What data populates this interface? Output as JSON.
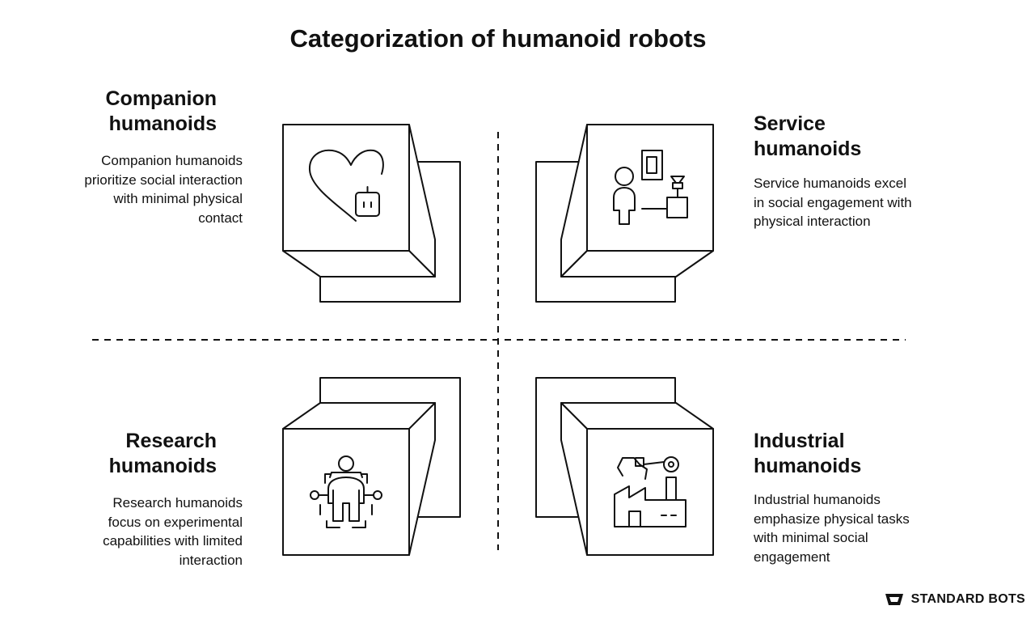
{
  "title": "Categorization of humanoid robots",
  "quadrants": {
    "top_left": {
      "heading": "Companion humanoids",
      "description": "Companion humanoids prioritize social interaction with minimal physical contact",
      "icon": "heart-robot-icon"
    },
    "top_right": {
      "heading": "Service humanoids",
      "description": "Service humanoids excel in social engagement with physical interaction",
      "icon": "person-service-icon"
    },
    "bottom_left": {
      "heading": "Research humanoids",
      "description": "Research humanoids focus on experimental capabilities with limited interaction",
      "icon": "robot-sensors-icon"
    },
    "bottom_right": {
      "heading": "Industrial humanoids",
      "description": "Industrial humanoids emphasize physical tasks with minimal social engagement",
      "icon": "factory-arm-icon"
    }
  },
  "brand": {
    "name": "STANDARD BOTS",
    "icon": "standard-bots-logo-icon"
  }
}
